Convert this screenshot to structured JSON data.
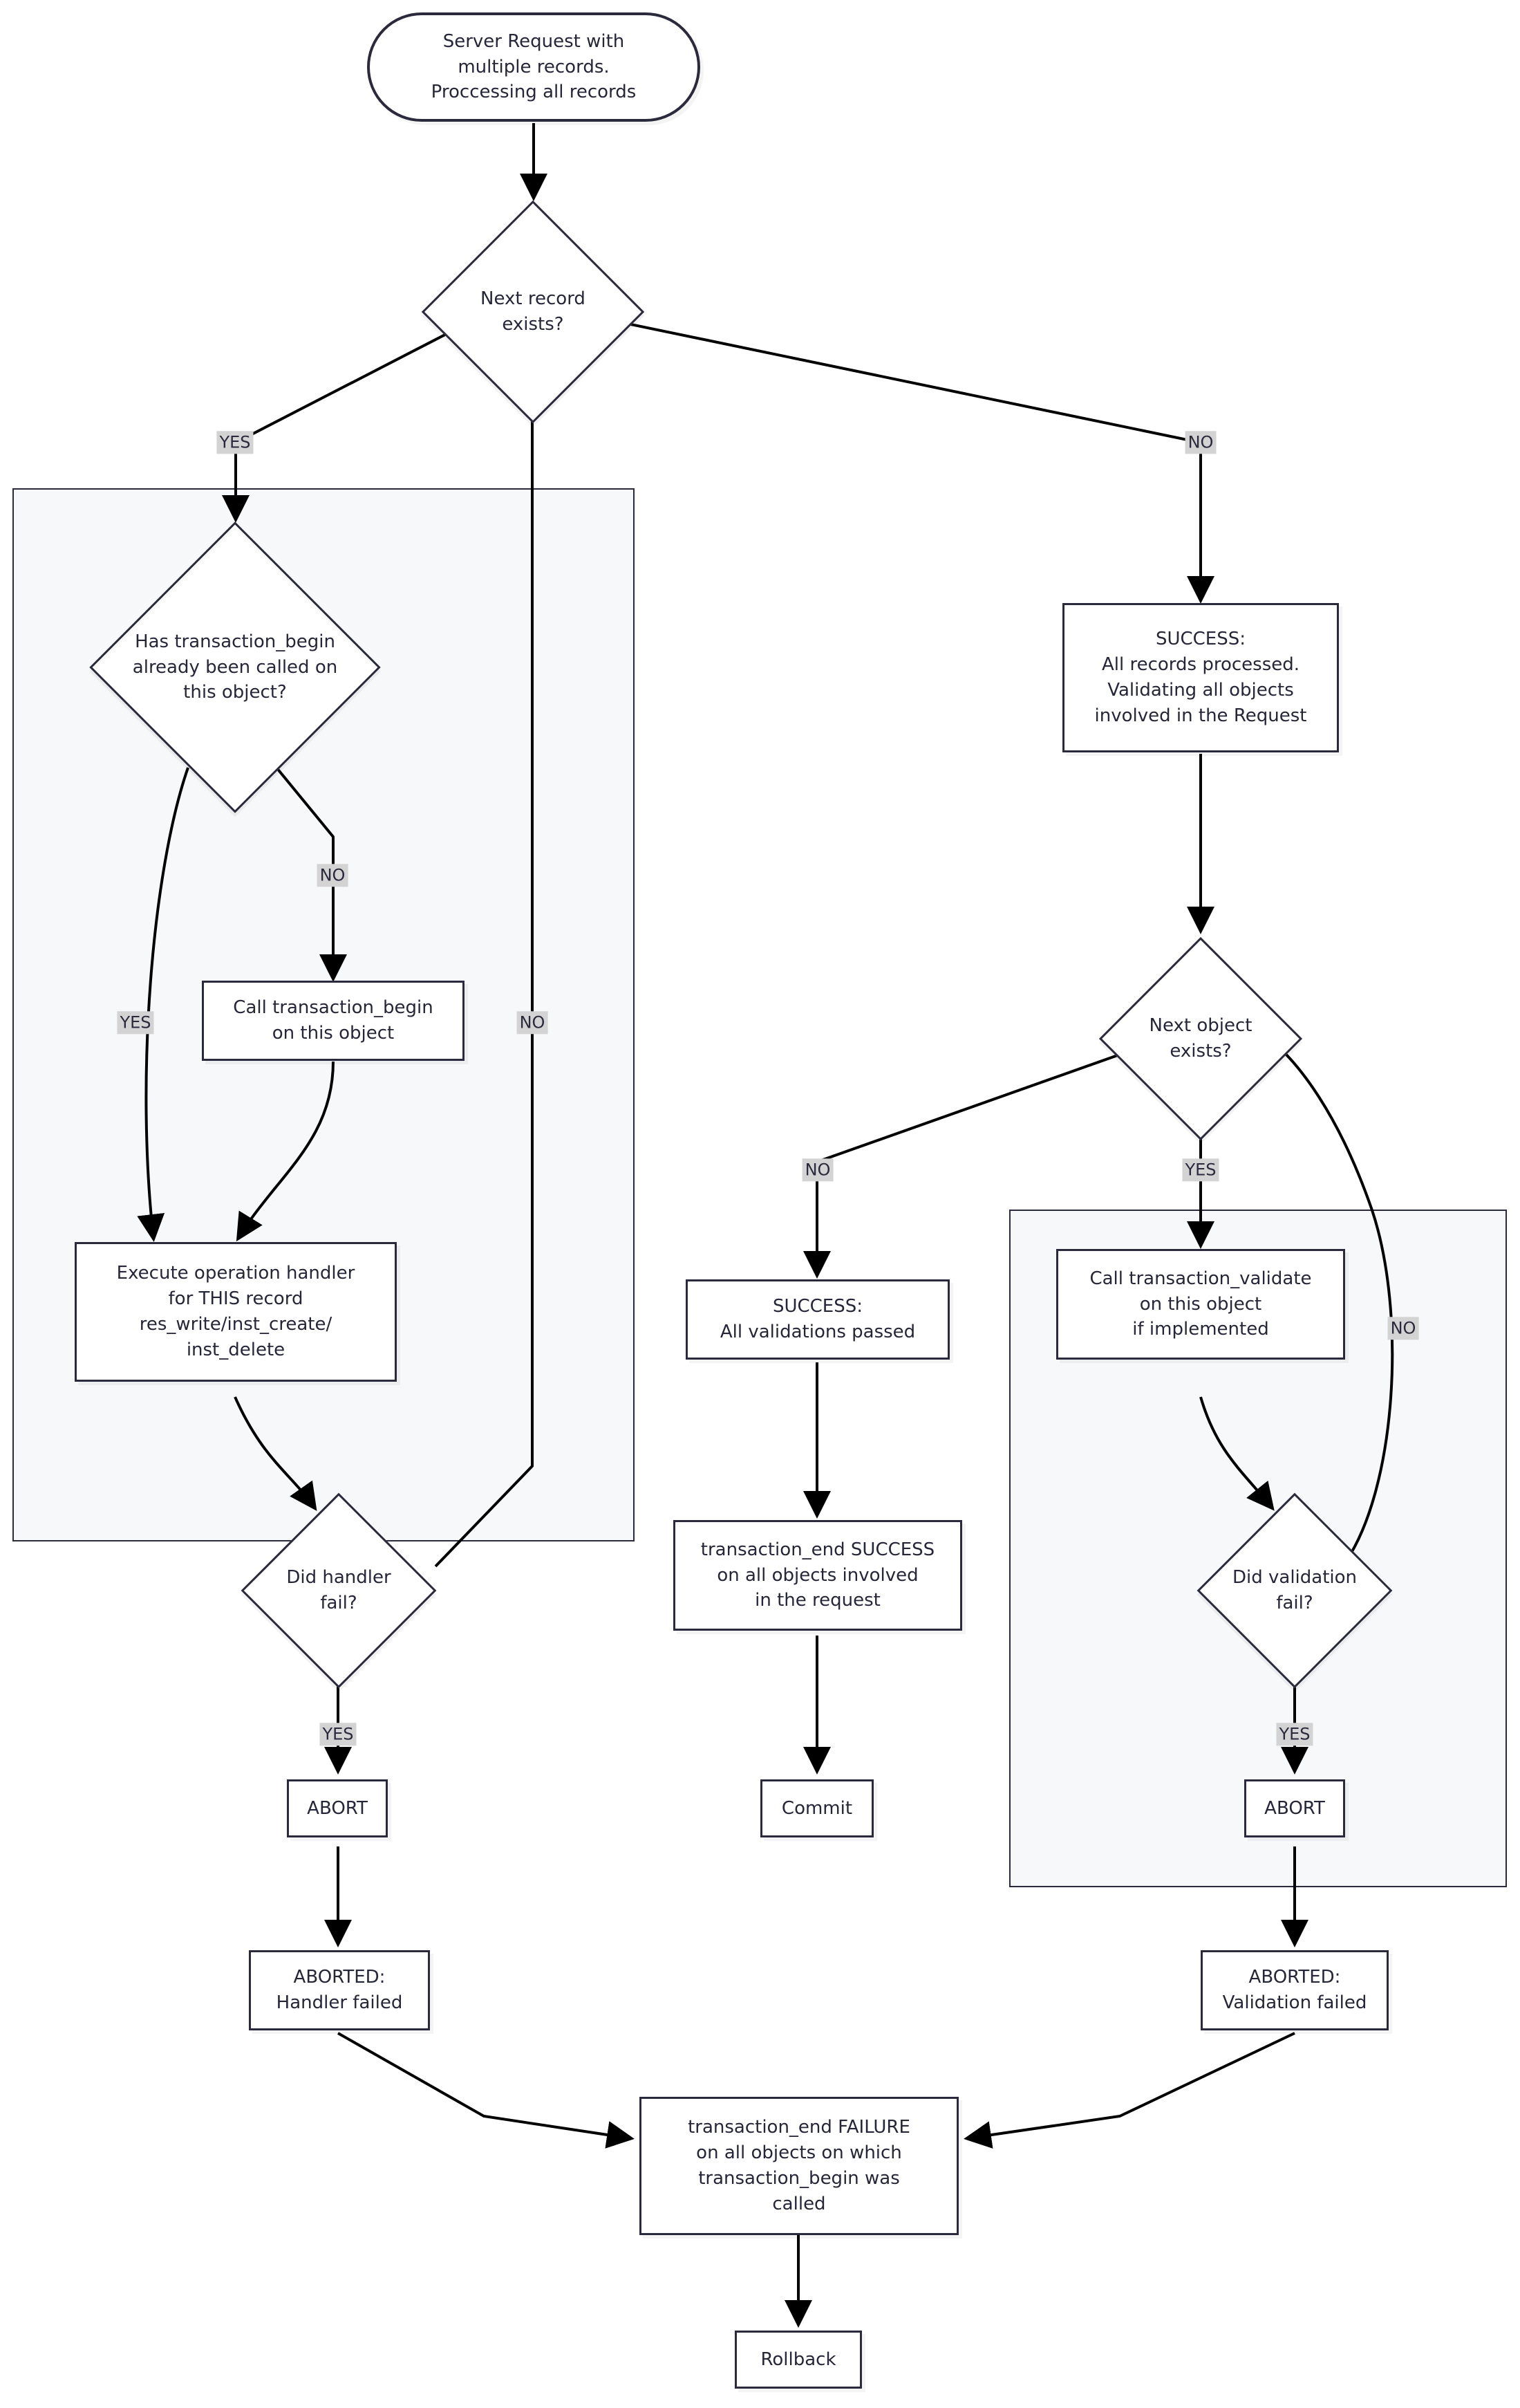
{
  "diagram": {
    "type": "flowchart",
    "title": "Server request transaction processing flow",
    "colors": {
      "node_border": "#2b2a3d",
      "node_fill": "#ffffff",
      "subgraph_fill": "#f7f8fa",
      "edge_stroke": "#000000",
      "edge_label_bg": "#d3d3d3",
      "text": "#262639"
    },
    "nodes": {
      "start": "Server Request with\nmultiple records.\nProccessing all records",
      "next_record": "Next record\nexists?",
      "has_tx_begin": "Has transaction_begin\nalready been called on\nthis object?",
      "call_tx_begin": "Call transaction_begin\non this object",
      "execute_handler": "Execute operation handler\nfor THIS record\nres_write/inst_create/\ninst_delete",
      "did_handler_fail": "Did handler\nfail?",
      "abort_left": "ABORT",
      "aborted_handler": "ABORTED:\nHandler failed",
      "success_all_records": "SUCCESS:\nAll records processed.\nValidating all objects\ninvolved in the Request",
      "next_object": "Next object\nexists?",
      "success_validations": "SUCCESS:\nAll validations passed",
      "tx_end_success": "transaction_end SUCCESS\non all objects involved\nin the request",
      "commit": "Commit",
      "call_tx_validate": "Call transaction_validate\non this object\nif implemented",
      "did_validation_fail": "Did validation\nfail?",
      "abort_right": "ABORT",
      "aborted_validation": "ABORTED:\nValidation failed",
      "tx_end_failure": "transaction_end FAILURE\non all objects on which\ntransaction_begin was\ncalled",
      "rollback": "Rollback"
    },
    "edge_labels": {
      "next_record_yes": "YES",
      "next_record_no": "NO",
      "has_tx_begin_no": "NO",
      "has_tx_begin_yes": "YES",
      "did_handler_fail_no": "NO",
      "did_handler_fail_yes": "YES",
      "next_object_no": "NO",
      "next_object_yes": "YES",
      "did_validation_fail_no": "NO",
      "did_validation_fail_yes": "YES"
    }
  }
}
